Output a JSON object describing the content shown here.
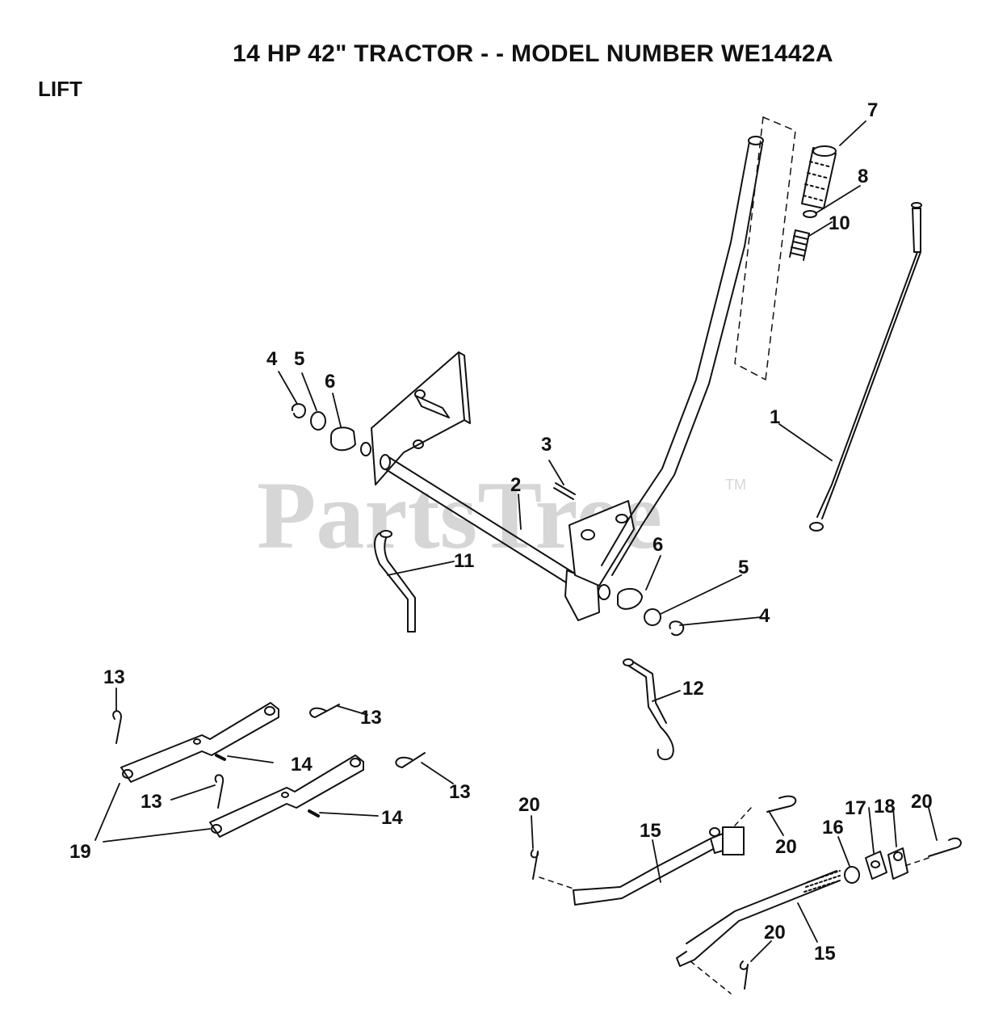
{
  "header": {
    "title": "14 HP 42\" TRACTOR - - MODEL NUMBER WE1442A",
    "section": "LIFT"
  },
  "watermark": {
    "text": "PartsTree",
    "trademark": "TM",
    "color": "#d6d6d6"
  },
  "callouts": {
    "c1": "1",
    "c2": "2",
    "c3": "3",
    "c4a": "4",
    "c4b": "4",
    "c5a": "5",
    "c5b": "5",
    "c6a": "6",
    "c6b": "6",
    "c7": "7",
    "c8": "8",
    "c10": "10",
    "c11": "11",
    "c12": "12",
    "c13a": "13",
    "c13b": "13",
    "c13c": "13",
    "c13d": "13",
    "c14a": "14",
    "c14b": "14",
    "c15a": "15",
    "c15b": "15",
    "c16": "16",
    "c17": "17",
    "c18": "18",
    "c19": "19",
    "c20a": "20",
    "c20b": "20",
    "c20c": "20",
    "c20d": "20"
  }
}
